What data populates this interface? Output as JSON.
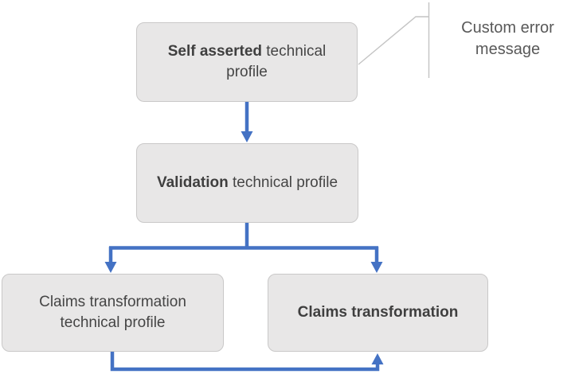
{
  "diagram": {
    "nodes": [
      {
        "id": "self-asserted",
        "bold": "Self asserted",
        "regular": " technical profile"
      },
      {
        "id": "validation",
        "bold": "Validation",
        "regular": " technical profile"
      },
      {
        "id": "claims-transformation-technical-profile",
        "regular": "Claims transformation technical profile"
      },
      {
        "id": "claims-transformation",
        "bold": "Claims transformation"
      }
    ],
    "edges": [
      {
        "from": "self-asserted",
        "to": "validation"
      },
      {
        "from": "validation",
        "to": "claims-transformation-technical-profile"
      },
      {
        "from": "validation",
        "to": "claims-transformation"
      },
      {
        "from": "claims-transformation-technical-profile",
        "to": "claims-transformation"
      }
    ],
    "callout": {
      "text": "Custom error message",
      "attached_to": "self-asserted"
    },
    "colors": {
      "arrow": "#4472c4",
      "node_fill": "#e8e7e7",
      "node_border": "#c9c8c8",
      "node_text": "#454545",
      "node_text_bold": "#3f3f3f",
      "callout_text": "#595959",
      "callout_line": "#c4c4c4"
    }
  }
}
